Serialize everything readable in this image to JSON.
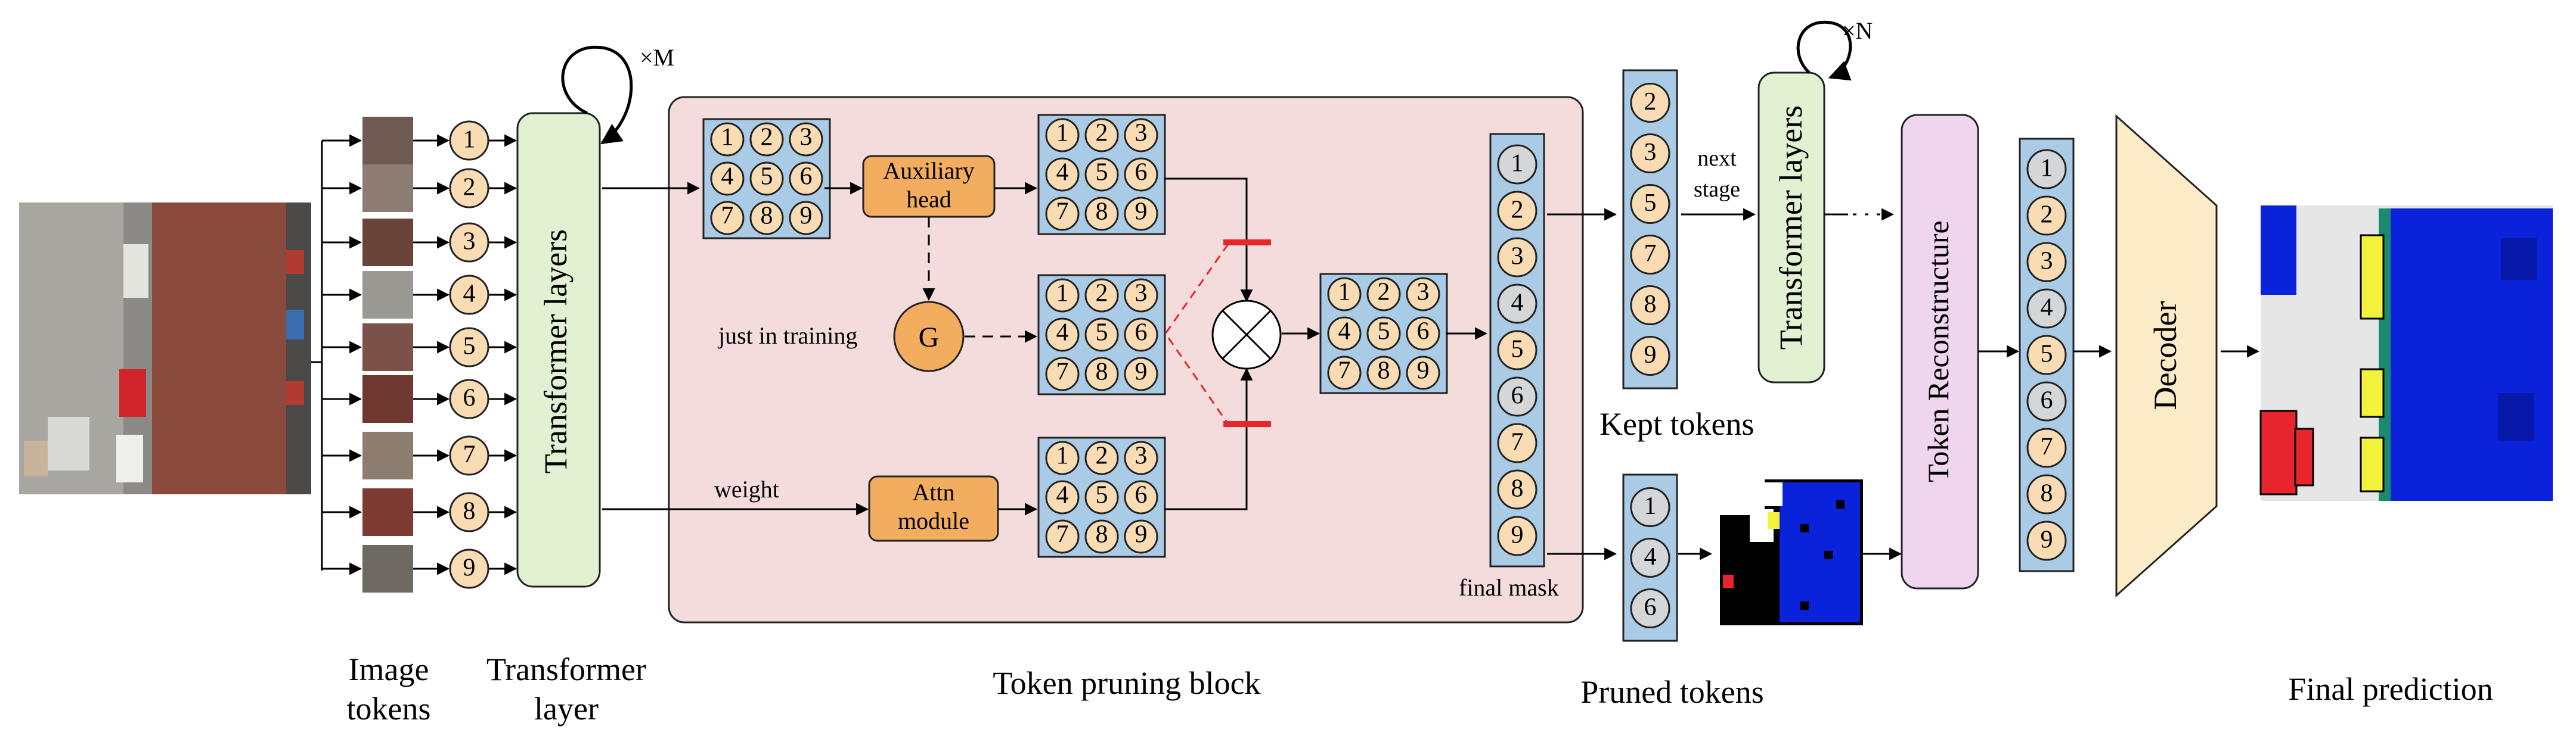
{
  "labels": {
    "image_tokens_1": "Image",
    "image_tokens_2": "tokens",
    "transformer_layer_1": "Transformer",
    "transformer_layer_2": "layer",
    "transformer_layers": "Transformer layers",
    "times_m": "×M",
    "times_n": "×N",
    "auxiliary_head_1": "Auxiliary",
    "auxiliary_head_2": "head",
    "attn_module_1": "Attn",
    "attn_module_2": "module",
    "gate": "G",
    "just_in_training": "just in training",
    "weight": "weight",
    "final_mask": "final mask",
    "token_pruning_block": "Token pruning block",
    "kept_tokens": "Kept tokens",
    "pruned_tokens": "Pruned tokens",
    "next_1": "next",
    "next_2": "stage",
    "token_reconstructure": "Token Reconstructure",
    "decoder": "Decoder",
    "final_prediction": "Final prediction"
  },
  "tokens": {
    "input": [
      "1",
      "2",
      "3",
      "4",
      "5",
      "6",
      "7",
      "8",
      "9"
    ],
    "grid": [
      "1",
      "2",
      "3",
      "4",
      "5",
      "6",
      "7",
      "8",
      "9"
    ],
    "final_mask": [
      "1",
      "2",
      "3",
      "4",
      "5",
      "6",
      "7",
      "8",
      "9"
    ],
    "kept": [
      "2",
      "3",
      "5",
      "7",
      "8",
      "9"
    ],
    "pruned": [
      "1",
      "4",
      "6"
    ],
    "reconstructed": [
      "1",
      "2",
      "3",
      "4",
      "5",
      "6",
      "7",
      "8",
      "9"
    ]
  },
  "token_state": {
    "kept": [
      "2",
      "3",
      "5",
      "7",
      "8",
      "9"
    ],
    "pruned": [
      "1",
      "4",
      "6"
    ]
  },
  "colors": {
    "token_fill": "#f9dcb4",
    "pruned_fill": "#d4d6d8",
    "token_column": "#a9cbe6",
    "transformer": "#e1f1d1",
    "pruning_block": "#f5dcdc",
    "aux_head": "#f3ad5e",
    "reconstruct": "#f0d5ef",
    "decoder": "#fbebc6",
    "mask_red": "#e8242c"
  }
}
